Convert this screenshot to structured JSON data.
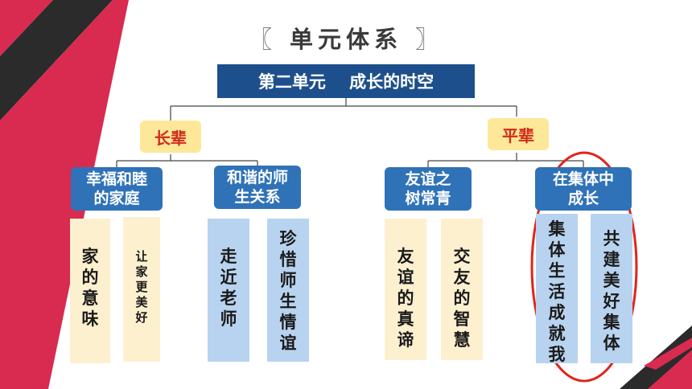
{
  "title": {
    "left_bracket": "〖",
    "text": "单元体系",
    "right_bracket": "〗"
  },
  "root": "第二单元    成长的时空",
  "branches": [
    {
      "label": "长辈",
      "children": [
        {
          "label": "幸福和睦\n的家庭",
          "leaves": [
            "家的意味",
            "让家更美好"
          ]
        },
        {
          "label": "和谐的师\n生关系",
          "leaves": [
            "走近老师",
            "珍惜师生情谊"
          ]
        }
      ]
    },
    {
      "label": "平辈",
      "children": [
        {
          "label": "友谊之\n树常青",
          "leaves": [
            "友谊的真谛",
            "交友的智慧"
          ]
        },
        {
          "label": "在集体中\n成长",
          "leaves": [
            "集体生活成就我",
            "共建美好集体"
          ]
        }
      ]
    }
  ],
  "colors": {
    "dark_blue": "#1d4f8c",
    "blue": "#2f72b8",
    "light_blue": "#b8d3ef",
    "cream": "#fdf0cf",
    "yellow": "#fde89a",
    "red_text": "#d22c1c",
    "highlight_red": "#e2231a",
    "accent_crimson": "#d92a4f",
    "dark": "#2b2b2b"
  }
}
